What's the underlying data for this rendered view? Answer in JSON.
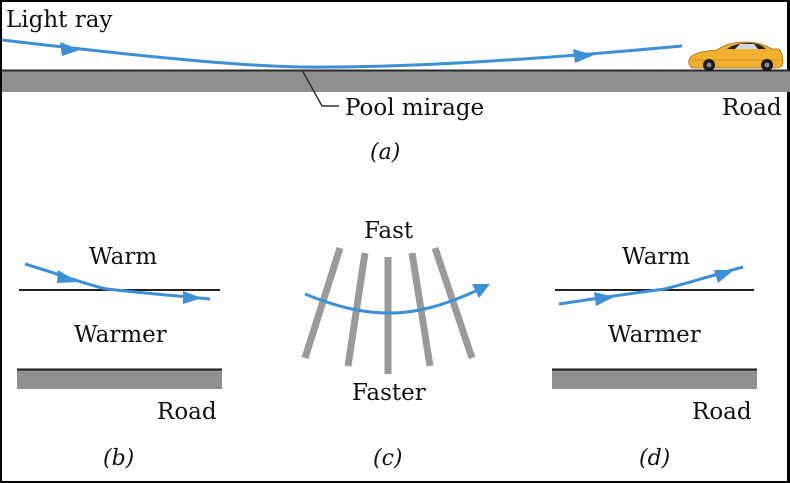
{
  "figure": {
    "title": "Pool mirage refraction diagram",
    "colors": {
      "ray": "#3d8fd6",
      "road": "#8f8f8f",
      "road_edge": "#2a2a2a",
      "boundary": "#222222",
      "wavefront": "#9a9a9a",
      "car_body": "#f0b030",
      "text": "#111111"
    },
    "panel_a": {
      "ray_label": "Light ray",
      "mirage_label": "Pool mirage",
      "road_label": "Road",
      "caption": "(a)",
      "car_icon": "sports-car-icon"
    },
    "panel_b": {
      "upper_layer": "Warm",
      "lower_layer": "Warmer",
      "road_label": "Road",
      "caption": "(b)"
    },
    "panel_c": {
      "top_label": "Fast",
      "bottom_label": "Faster",
      "caption": "(c)",
      "wavefront_count": 5
    },
    "panel_d": {
      "upper_layer": "Warm",
      "lower_layer": "Warmer",
      "road_label": "Road",
      "caption": "(d)"
    }
  }
}
